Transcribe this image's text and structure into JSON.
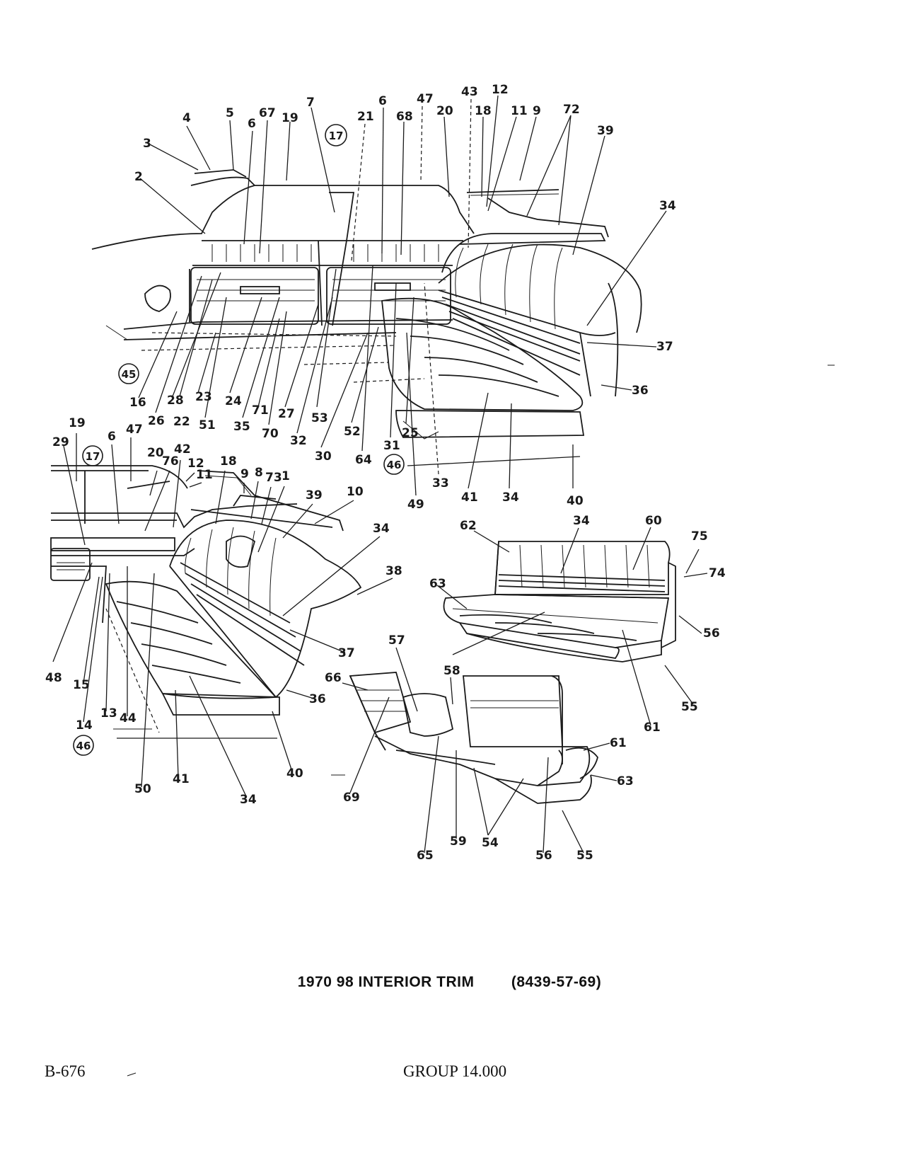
{
  "labels": {
    "top": [
      "4",
      "5",
      "6",
      "67",
      "19",
      "7",
      "17",
      "21",
      "6",
      "47",
      "68",
      "20",
      "43",
      "18",
      "12",
      "11",
      "9",
      "72",
      "39",
      "3",
      "2",
      "34",
      "37",
      "36",
      "45",
      "16",
      "26",
      "28",
      "22",
      "23",
      "51",
      "24",
      "35",
      "71",
      "70",
      "27",
      "32",
      "53",
      "30",
      "52",
      "64",
      "31",
      "25",
      "33",
      "49",
      "46",
      "41",
      "34",
      "40"
    ],
    "bottom_left": [
      "19",
      "29",
      "6",
      "47",
      "17",
      "20",
      "76",
      "42",
      "12",
      "11",
      "18",
      "9",
      "8",
      "73",
      "1",
      "39",
      "10",
      "34",
      "38",
      "37",
      "36",
      "48",
      "15",
      "14",
      "46",
      "13",
      "44",
      "50",
      "41",
      "34",
      "40"
    ],
    "seats": [
      "62",
      "34",
      "60",
      "75",
      "74",
      "63",
      "56",
      "61",
      "55",
      "57",
      "58",
      "66",
      "61",
      "63",
      "69",
      "65",
      "59",
      "54",
      "56",
      "55"
    ]
  },
  "circled_refs": [
    "17",
    "45",
    "46"
  ],
  "caption": {
    "title": "1970 98 INTERIOR TRIM",
    "code": "(8439-57-69)"
  },
  "footer": {
    "page": "B-676",
    "group": "GROUP 14.000"
  }
}
